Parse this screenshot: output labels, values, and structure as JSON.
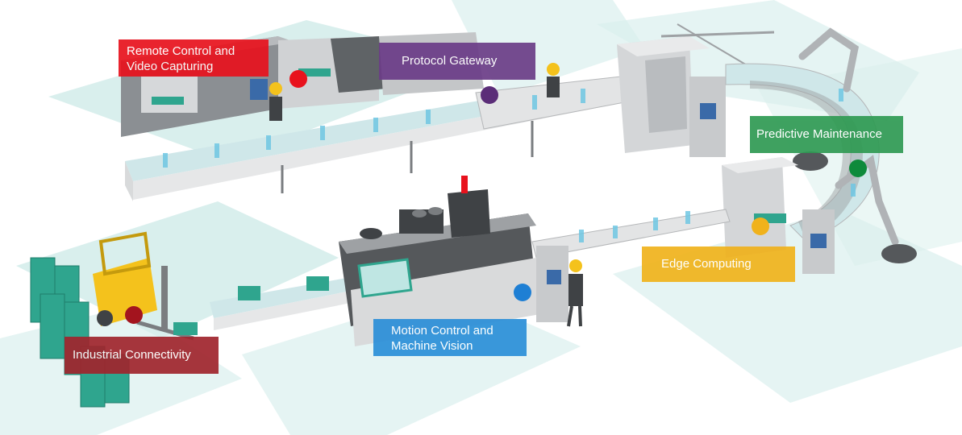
{
  "labels": {
    "remote": {
      "line1": "Remote Control and",
      "line2": "Video Capturing",
      "color": "#e8121d"
    },
    "protocol": {
      "line1": "Protocol Gateway",
      "color": "#6b3c87"
    },
    "predictive": {
      "line1": "Predictive Maintenance",
      "color": "#2f9a53"
    },
    "edge": {
      "line1": "Edge Computing",
      "color": "#f0b21c"
    },
    "motion": {
      "line1": "Motion Control and",
      "line2": "Machine Vision",
      "color": "#2b8fd8"
    },
    "industrial": {
      "line1": "Industrial Connectivity",
      "color": "#a0242d"
    }
  },
  "dots": {
    "remote": "#e8121d",
    "protocol": "#5b2d78",
    "predictive": "#0e8a3b",
    "edge": "#f0b21c",
    "motion": "#1e7fd4",
    "industrial": "#a3141e"
  },
  "palette": {
    "floor": "#cfe9e7",
    "machine_light": "#d9dadb",
    "machine_mid": "#9ea1a4",
    "machine_dark": "#55585b",
    "teal": "#2fa58e",
    "conveyor": "#e6e7e8"
  }
}
